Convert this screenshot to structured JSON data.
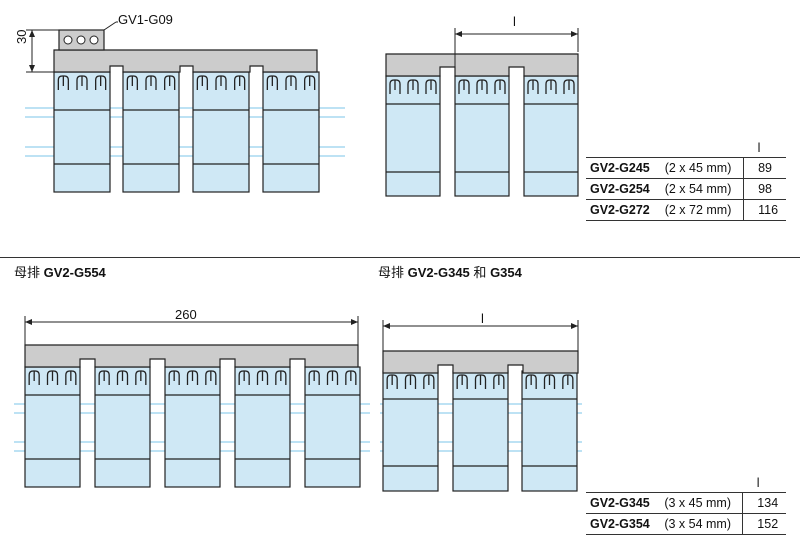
{
  "top_left": {
    "cover_label": "GV1-G09",
    "height_dim": "30"
  },
  "top_right": {
    "width_dim": "l"
  },
  "table_2pole": {
    "header": "l",
    "rows": [
      {
        "code": "GV2-G245",
        "size": "(2 x 45 mm)",
        "value": "89"
      },
      {
        "code": "GV2-G254",
        "size": "(2 x 54 mm)",
        "value": "98"
      },
      {
        "code": "GV2-G272",
        "size": "(2 x 72 mm)",
        "value": "116"
      }
    ]
  },
  "captions": {
    "left_prefix": "母排",
    "left_code": "GV2-G554",
    "right_prefix": "母排",
    "right_code1": "GV2-G345",
    "right_and": "和",
    "right_code2": "G354"
  },
  "bottom_left": {
    "width_dim": "260"
  },
  "bottom_right": {
    "width_dim": "l"
  },
  "table_3pole": {
    "header": "l",
    "rows": [
      {
        "code": "GV2-G345",
        "size": "(3 x 45 mm)",
        "value": "134"
      },
      {
        "code": "GV2-G354",
        "size": "(3 x 54 mm)",
        "value": "152"
      }
    ]
  },
  "colors": {
    "breaker_fill": "#cfe8f5",
    "busbar_fill": "#cccccc",
    "outline": "#222222",
    "rail": "#7bc4e8"
  }
}
